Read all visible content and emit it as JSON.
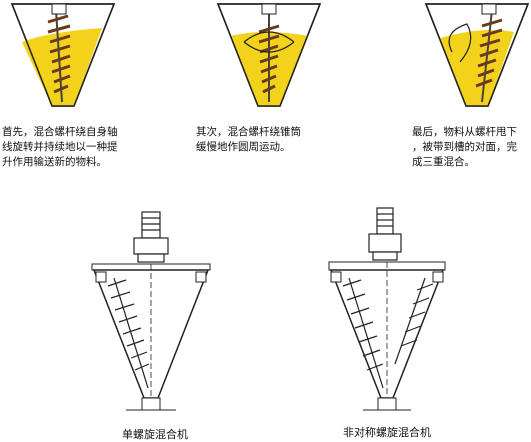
{
  "steps": [
    {
      "caption": "首先，混合螺杆绕自身轴\n线旋转并持续地以一种提\n升作用输送新的物料。"
    },
    {
      "caption": "其次，混合螺杆绕锥筒\n缓慢地作圆周运动。"
    },
    {
      "caption": "最后，物料从螺杆甩下\n，被带到槽的对面，完\n成三重混合。"
    }
  ],
  "machines": [
    {
      "label": "单螺旋混合机"
    },
    {
      "label": "非对称螺旋混合机"
    }
  ],
  "colors": {
    "fill": "#f2d21a",
    "screw": "#6b3a1c",
    "line": "#222222"
  },
  "icons": [
    "cone-hopper",
    "screw-auger",
    "motor",
    "gearbox"
  ]
}
